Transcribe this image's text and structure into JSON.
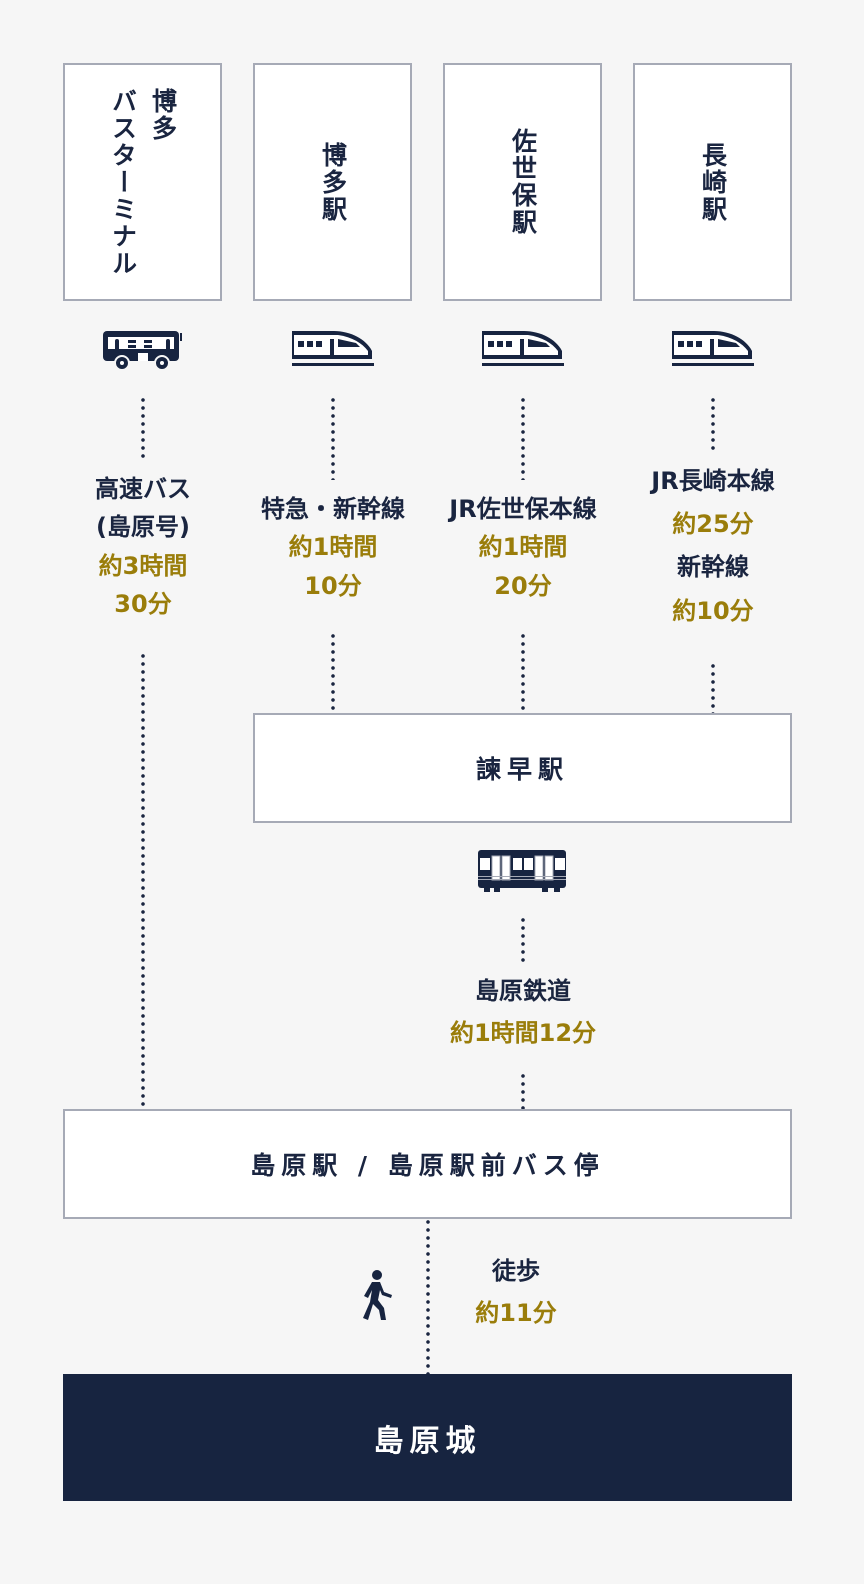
{
  "colors": {
    "navy": "#172440",
    "text": "#1a2540",
    "gold": "#9a7d0a",
    "border": "#a6aab6",
    "background": "#f6f6f6"
  },
  "origins": [
    {
      "name": "博多\nバスターミナル",
      "icon": "bus-icon"
    },
    {
      "name": "博多駅",
      "icon": "shinkansen-icon"
    },
    {
      "name": "佐世保駅",
      "icon": "shinkansen-icon"
    },
    {
      "name": "長崎駅",
      "icon": "shinkansen-icon"
    }
  ],
  "routes": {
    "bus": {
      "line": "高速バス",
      "line2": "(島原号)",
      "time": "約3時間",
      "time2": "30分"
    },
    "hakata": {
      "line": "特急・新幹線",
      "time": "約1時間",
      "time2": "10分"
    },
    "sasebo": {
      "line": "JR佐世保本線",
      "time": "約1時間",
      "time2": "20分"
    },
    "nagasaki": {
      "line": "JR長崎本線",
      "time": "約25分",
      "line2": "新幹線",
      "time2": "約10分"
    }
  },
  "transfer": {
    "station": "諫早駅",
    "icon": "local-train-icon",
    "line": "島原鉄道",
    "time": "約1時間12分"
  },
  "arrival": {
    "station": "島原駅 / 島原駅前バス停"
  },
  "walk": {
    "icon": "walking-person-icon",
    "label": "徒歩",
    "time": "約11分"
  },
  "destination": {
    "name": "島原城"
  }
}
